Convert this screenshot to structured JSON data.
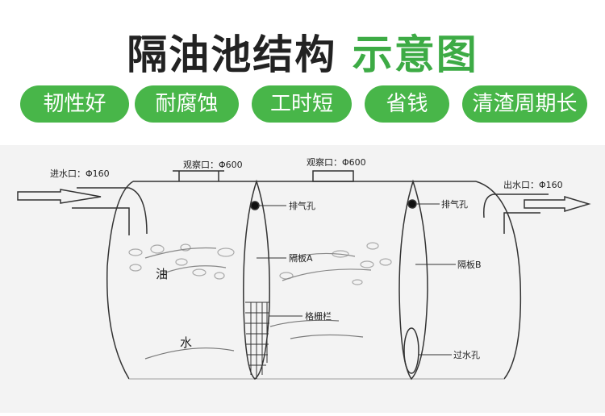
{
  "title": {
    "main": "隔油池结构",
    "accent": "示意图"
  },
  "tags": [
    "韧性好",
    "耐腐蚀",
    "工时短",
    "省钱",
    "清渣周期长"
  ],
  "diagram": {
    "inlet": "进水口：Φ160",
    "outlet": "出水口：Φ160",
    "manhole1": "观察口：Φ600",
    "manhole2": "观察口：Φ600",
    "vent1": "排气孔",
    "vent2": "排气孔",
    "baffleA": "隔板A",
    "baffleB": "隔板B",
    "grille": "格栅栏",
    "overflow": "过水孔",
    "oil": "油",
    "water": "水"
  },
  "colors": {
    "accent": "#48b649"
  }
}
